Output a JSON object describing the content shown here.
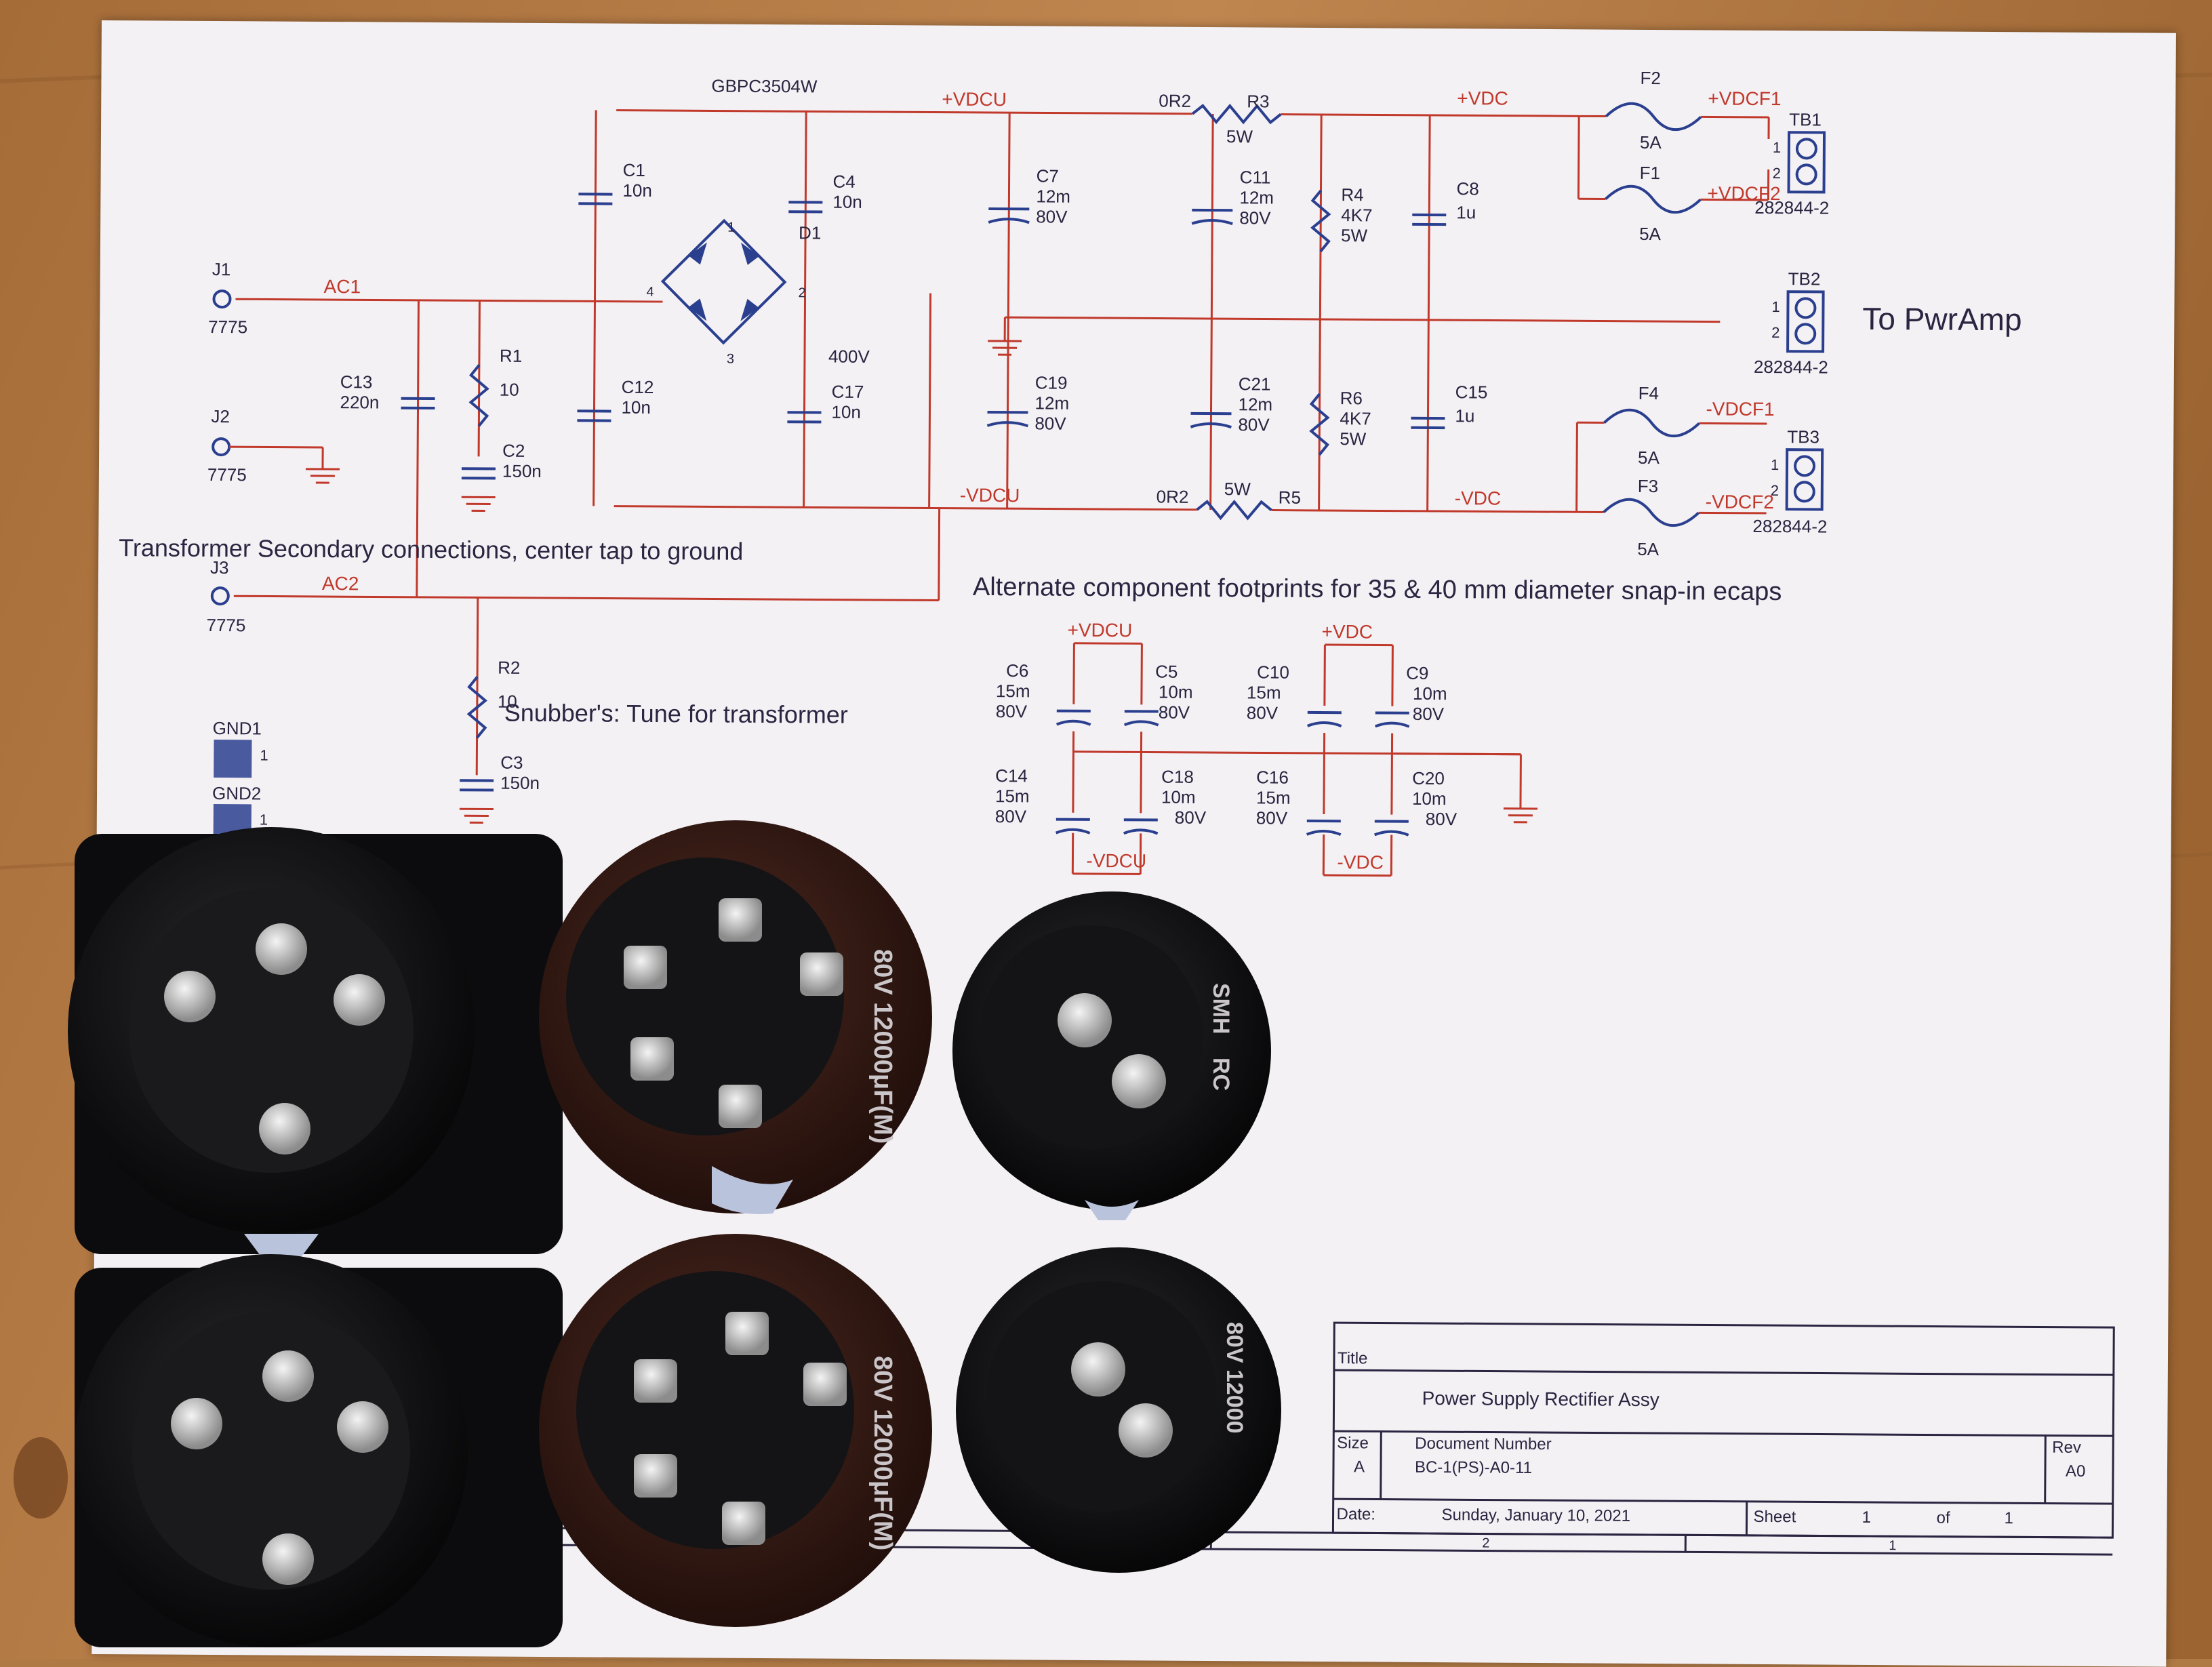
{
  "nets": {
    "vdcu_top": "+VDCU",
    "vdc_top": "+VDC",
    "vdcu_bot": "-VDCU",
    "vdc_bot": "-VDC",
    "vdcf1": "+VDCF1",
    "vdcf2": "+VDCF2",
    "nvdcf1": "-VDCF1",
    "nvdcf2": "-VDCF2",
    "ac1": "AC1",
    "ac2": "AC2"
  },
  "components": {
    "bridge": "GBPC3504W",
    "bridge_ref": "D1",
    "bridge_rating": "400V",
    "bridge_pins": [
      "1",
      "2",
      "3",
      "4"
    ],
    "r3": {
      "ref": "R3",
      "value": "0R2",
      "power": "5W"
    },
    "r5": {
      "ref": "R5",
      "value": "0R2",
      "power": "5W"
    },
    "r1": {
      "ref": "R1",
      "value": "10"
    },
    "r2": {
      "ref": "R2",
      "value": "10"
    },
    "r4": {
      "ref": "R4",
      "value": "4K7",
      "power": "5W"
    },
    "r6": {
      "ref": "R6",
      "value": "4K7",
      "power": "5W"
    },
    "c1": {
      "ref": "C1",
      "value": "10n"
    },
    "c4": {
      "ref": "C4",
      "value": "10n"
    },
    "c12": {
      "ref": "C12",
      "value": "10n"
    },
    "c17": {
      "ref": "C17",
      "value": "10n"
    },
    "c13": {
      "ref": "C13",
      "value": "220n"
    },
    "c2": {
      "ref": "C2",
      "value": "150n"
    },
    "c3": {
      "ref": "C3",
      "value": "150n"
    },
    "c7": {
      "ref": "C7",
      "value": "12m",
      "voltage": "80V"
    },
    "c11": {
      "ref": "C11",
      "value": "12m",
      "voltage": "80V"
    },
    "c19": {
      "ref": "C19",
      "value": "12m",
      "voltage": "80V"
    },
    "c21": {
      "ref": "C21",
      "value": "12m",
      "voltage": "80V"
    },
    "c8": {
      "ref": "C8",
      "value": "1u"
    },
    "c15": {
      "ref": "C15",
      "value": "1u"
    },
    "f1": {
      "ref": "F1",
      "value": "5A"
    },
    "f2": {
      "ref": "F2",
      "value": "5A"
    },
    "f3": {
      "ref": "F3",
      "value": "5A"
    },
    "f4": {
      "ref": "F4",
      "value": "5A"
    },
    "tb1": {
      "ref": "TB1",
      "part": "282844-2"
    },
    "tb2": {
      "ref": "TB2",
      "part": "282844-2"
    },
    "tb3": {
      "ref": "TB3",
      "part": "282844-2"
    },
    "tb_pins": [
      "1",
      "2"
    ],
    "j1": {
      "ref": "J1",
      "part": "7775"
    },
    "j2": {
      "ref": "J2",
      "part": "7775"
    },
    "j3": {
      "ref": "J3",
      "part": "7775"
    },
    "gnd1": "GND1",
    "gnd2": "GND2",
    "gnd_pin": "1"
  },
  "alt": {
    "c6": {
      "ref": "C6",
      "value": "15m",
      "voltage": "80V"
    },
    "c5": {
      "ref": "C5",
      "value": "10m",
      "voltage": "80V"
    },
    "c10": {
      "ref": "C10",
      "value": "15m",
      "voltage": "80V"
    },
    "c9": {
      "ref": "C9",
      "value": "10m",
      "voltage": "80V"
    },
    "c14": {
      "ref": "C14",
      "value": "15m",
      "voltage": "80V"
    },
    "c18": {
      "ref": "C18",
      "value": "10m",
      "voltage": "80V"
    },
    "c16": {
      "ref": "C16",
      "value": "15m",
      "voltage": "80V"
    },
    "c20": {
      "ref": "C20",
      "value": "10m",
      "voltage": "80V"
    }
  },
  "notes": {
    "to_amp": "To PwrAmp",
    "transformer": "Transformer Secondary connections, center tap to ground",
    "alternate": "Alternate component footprints for 35 & 40 mm diameter snap-in ecaps",
    "snubber": "Snubber's: Tune for transformer"
  },
  "title_block": {
    "title_label": "Title",
    "title": "Power Supply Rectifier Assy",
    "size_label": "Size",
    "size": "A",
    "docnum_label": "Document Number",
    "docnum": "BC-1(PS)-A0-11",
    "rev_label": "Rev",
    "rev": "A0",
    "date_label": "Date:",
    "date": "Sunday, January 10, 2021",
    "sheet_label": "Sheet",
    "sheet": "1",
    "of_label": "of",
    "sheets": "1",
    "zone_2": "2",
    "zone_1": "1"
  },
  "capacitor_print": {
    "big_a": "80V 12000μF(M)",
    "big_b": "80V 12000μF(M)",
    "small_brand": "SMH",
    "small_code": "RC",
    "partial": "80V 12000"
  },
  "colors": {
    "wood": "#b07a45",
    "paper": "#f4f1f5",
    "wire": "#c0392b",
    "symbol": "#2b3f8f",
    "text": "#2a2540",
    "cap_black": "#121214",
    "cap_brown": "#3b1e17",
    "sleeve_band": "#b9c3dc"
  }
}
